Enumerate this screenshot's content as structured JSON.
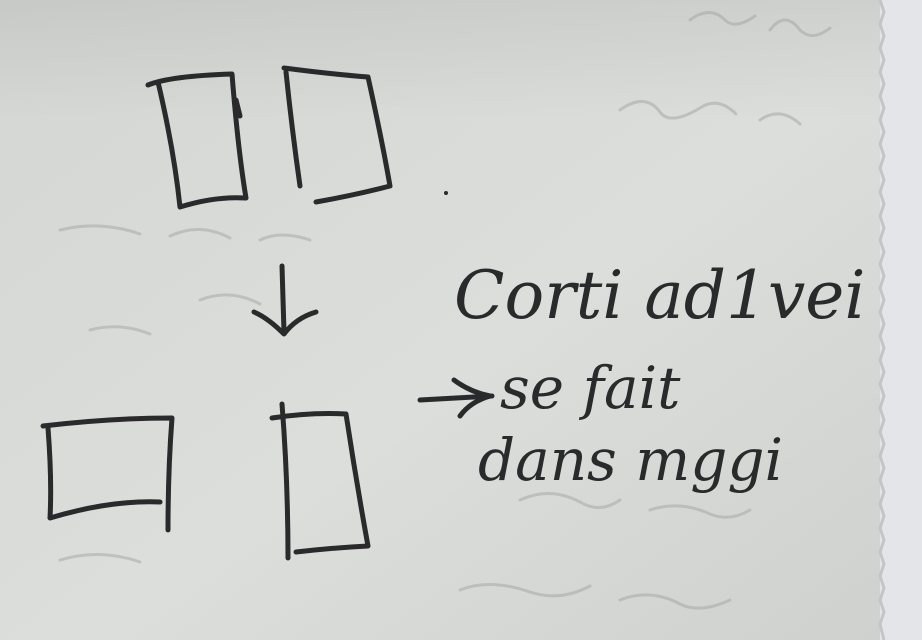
{
  "photo": {
    "subject": "handwritten notebook page",
    "colors": {
      "paper": "#d9dbd9",
      "paper_shade": "#c6c8c6",
      "ink": "#2a2a2c",
      "backside_ink": "#a7a9a8",
      "page_edge": "#e6e8ea"
    }
  },
  "note": {
    "line1": "Corti ad1vei",
    "line2": "se fait",
    "line3": "dans mggi"
  }
}
